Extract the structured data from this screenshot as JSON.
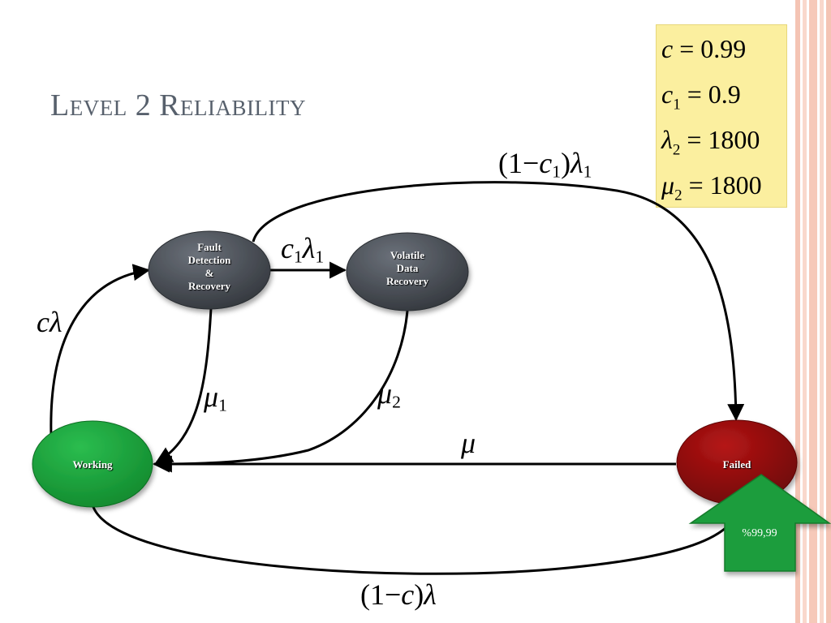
{
  "slide": {
    "title": "Level 2 Reliability"
  },
  "parameters": [
    {
      "symbol": "c",
      "sub": "",
      "value": "0.99"
    },
    {
      "symbol": "c",
      "sub": "1",
      "value": "0.9"
    },
    {
      "symbol": "λ",
      "sub": "2",
      "value": "1800"
    },
    {
      "symbol": "μ",
      "sub": "2",
      "value": "1800"
    }
  ],
  "nodes": {
    "fault_detection": {
      "line1": "Fault",
      "line2": "Detection",
      "line3": "&",
      "line4": "Recovery"
    },
    "volatile_data": {
      "line1": "Volatile",
      "line2": "Data",
      "line3": "Recovery"
    },
    "working": {
      "label": "Working"
    },
    "failed": {
      "label": "Failed"
    }
  },
  "transitions": {
    "working_to_fault": {
      "coef": "c",
      "rate": "λ"
    },
    "fault_to_volatile": {
      "coef": "c",
      "coef_sub": "1",
      "rate": "λ",
      "rate_sub": "1"
    },
    "fault_to_failed": {
      "open": "(1−",
      "coef": "c",
      "coef_sub": "1",
      "close": ")",
      "rate": "λ",
      "rate_sub": "1"
    },
    "fault_to_working": {
      "rate": "μ",
      "rate_sub": "1"
    },
    "volatile_to_working": {
      "rate": "μ",
      "rate_sub": "2"
    },
    "failed_to_working": {
      "rate": "μ"
    },
    "working_to_failed": {
      "open": "(1−",
      "coef": "c",
      "close": ")",
      "rate": "λ"
    }
  },
  "badge": {
    "label": "%99,99"
  },
  "colors": {
    "title": "#57606c",
    "dark_node": "#4a4f57",
    "working_node": "#1a9f3a",
    "failed_node": "#8e0c0c",
    "badge": "#1f9d3c",
    "param_box": "#fbef9f"
  }
}
